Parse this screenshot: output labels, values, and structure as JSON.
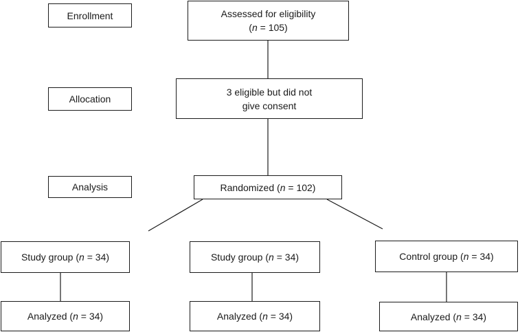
{
  "stages": {
    "enrollment": "Enrollment",
    "allocation": "Allocation",
    "analysis": "Analysis"
  },
  "flow": {
    "assessed": {
      "text": "Assessed for eligibility",
      "n_prefix": "(",
      "n_symbol": "n",
      "n_suffix": " = 105)"
    },
    "consent": {
      "line1": "3 eligible but did not",
      "line2": "give consent"
    },
    "randomized": {
      "text": "Randomized (",
      "n_symbol": "n",
      "n_suffix": " = 102)"
    }
  },
  "groups": [
    {
      "label": "Study group (",
      "n_symbol": "n",
      "n_suffix": " = 34)"
    },
    {
      "label": "Study group (",
      "n_symbol": "n",
      "n_suffix": " = 34)"
    },
    {
      "label": "Control group (",
      "n_symbol": "n",
      "n_suffix": " = 34)"
    }
  ],
  "analyzed": [
    {
      "label": "Analyzed (",
      "n_symbol": "n",
      "n_suffix": " = 34)"
    },
    {
      "label": "Analyzed (",
      "n_symbol": "n",
      "n_suffix": " = 34)"
    },
    {
      "label": "Analyzed (",
      "n_symbol": "n",
      "n_suffix": " = 34)"
    }
  ],
  "colors": {
    "stroke": "#1a1a1a",
    "background": "#ffffff"
  }
}
